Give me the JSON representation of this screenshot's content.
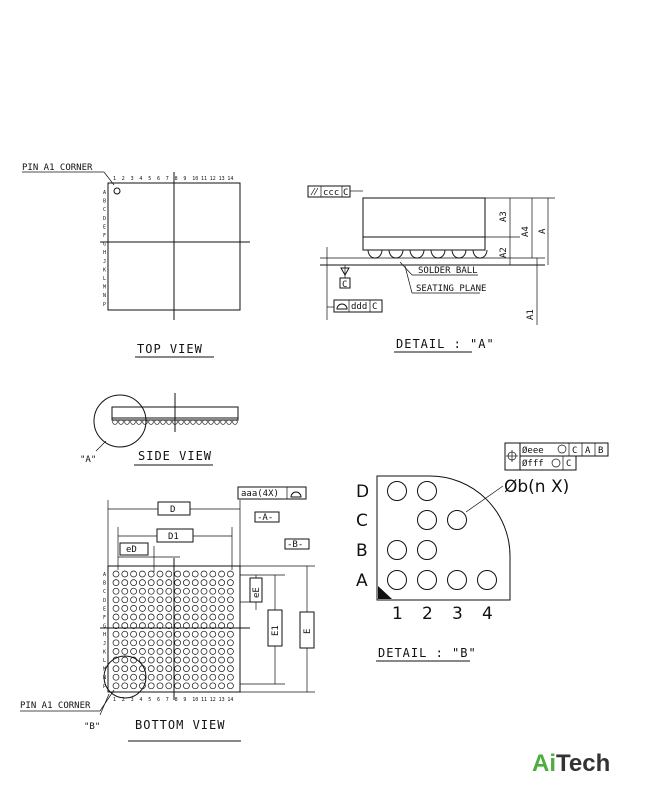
{
  "top_view": {
    "pin_a1_label": "PIN A1 CORNER",
    "caption": "TOP VIEW",
    "col_numbers": [
      "1",
      "2",
      "3",
      "4",
      "5",
      "6",
      "7",
      "8",
      "9",
      "10",
      "11",
      "12",
      "13",
      "14"
    ],
    "row_letters": [
      "A",
      "B",
      "C",
      "D",
      "E",
      "F",
      "G",
      "H",
      "J",
      "K",
      "L",
      "M",
      "N",
      "P"
    ]
  },
  "detail_a": {
    "caption": "DETAIL : \"A\"",
    "flatness_tol": "ccc",
    "flatness_ref": "C",
    "seat_tol": "ddd",
    "seat_ref": "C",
    "datum": "C",
    "solder_ball": "SOLDER BALL",
    "seating_plane": "SEATING PLANE",
    "dims": {
      "a3": "A3",
      "a4": "A4",
      "a": "A",
      "a2": "A2",
      "a1": "A1"
    }
  },
  "side_view": {
    "caption": "SIDE VIEW",
    "detail_ref": "\"A\""
  },
  "bottom_view": {
    "caption": "BOTTOM VIEW",
    "pin_a1_label": "PIN A1 CORNER",
    "detail_ref": "\"B\"",
    "aaa": "aaa(4X)",
    "datum_a": "-A-",
    "datum_b": "-B-",
    "dims": {
      "d": "D",
      "d1": "D1",
      "ed": "eD",
      "ee": "eE",
      "e1": "E1",
      "e": "E"
    }
  },
  "detail_b": {
    "caption": "DETAIL : \"B\"",
    "eee": "Øeee",
    "fff": "Øfff",
    "ref_c1": "C",
    "ref_a": "A",
    "ref_b": "B",
    "ref_c2": "C",
    "ball_dim": "Øb(n   X)",
    "rows": [
      "D",
      "C",
      "B",
      "A"
    ],
    "cols": [
      "1",
      "2",
      "3",
      "4"
    ],
    "balls": [
      {
        "row": "A",
        "col": 1
      },
      {
        "row": "A",
        "col": 2
      },
      {
        "row": "A",
        "col": 3
      },
      {
        "row": "A",
        "col": 4
      },
      {
        "row": "B",
        "col": 1
      },
      {
        "row": "B",
        "col": 2
      },
      {
        "row": "C",
        "col": 2
      },
      {
        "row": "C",
        "col": 3
      },
      {
        "row": "D",
        "col": 1
      },
      {
        "row": "D",
        "col": 2
      }
    ]
  },
  "brand": {
    "ai": "Ai",
    "tech": "Tech",
    "color_ai": "#4caf3c",
    "color_tech": "#333333"
  }
}
